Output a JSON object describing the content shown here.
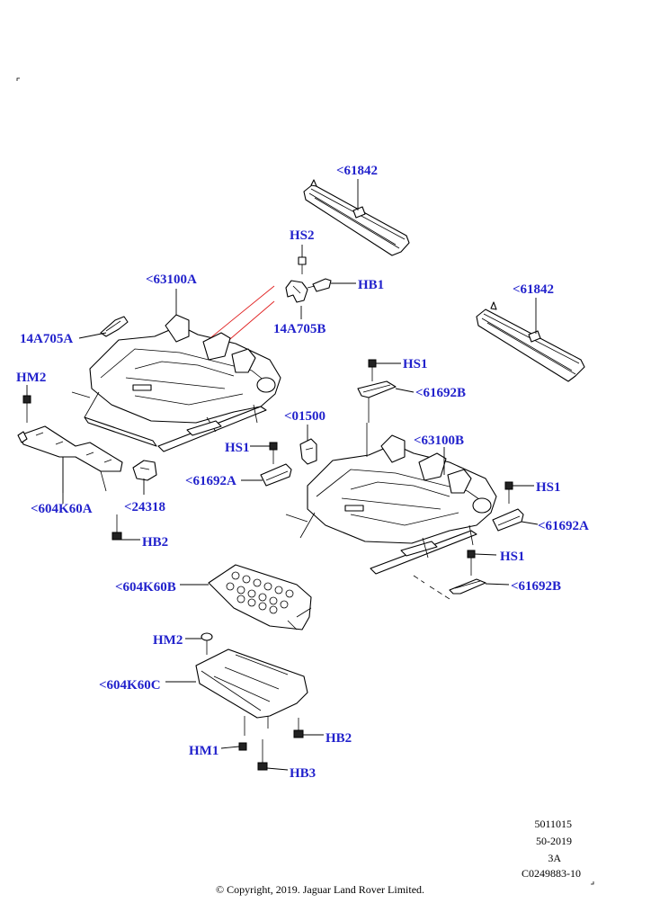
{
  "callouts": {
    "c61842_top": "<61842",
    "hs2": "HS2",
    "hb1": "HB1",
    "c63100a": "<63100A",
    "c61842_right": "<61842",
    "c14a705a": "14A705A",
    "c14a705b": "14A705B",
    "hm2_left": "HM2",
    "hs1_a": "HS1",
    "c61692b_a": "<61692B",
    "c01500": "<01500",
    "c63100b": "<63100B",
    "hs1_b": "HS1",
    "c61692a_left": "<61692A",
    "hs1_c": "HS1",
    "c604k60a": "<604K60A",
    "c24318": "<24318",
    "c61692a_right": "<61692A",
    "hb2_a": "HB2",
    "hs1_d": "HS1",
    "c604k60b": "<604K60B",
    "c61692b_b": "<61692B",
    "hm2_b": "HM2",
    "c604k60c": "<604K60C",
    "hb2_b": "HB2",
    "hm1": "HM1",
    "hb3": "HB3"
  },
  "footer": {
    "line1": "5011015",
    "line2": "50-2019",
    "line3": "3A",
    "line4": "C0249883-10",
    "copyright": "© Copyright, 2019. Jaguar Land Rover Limited."
  }
}
